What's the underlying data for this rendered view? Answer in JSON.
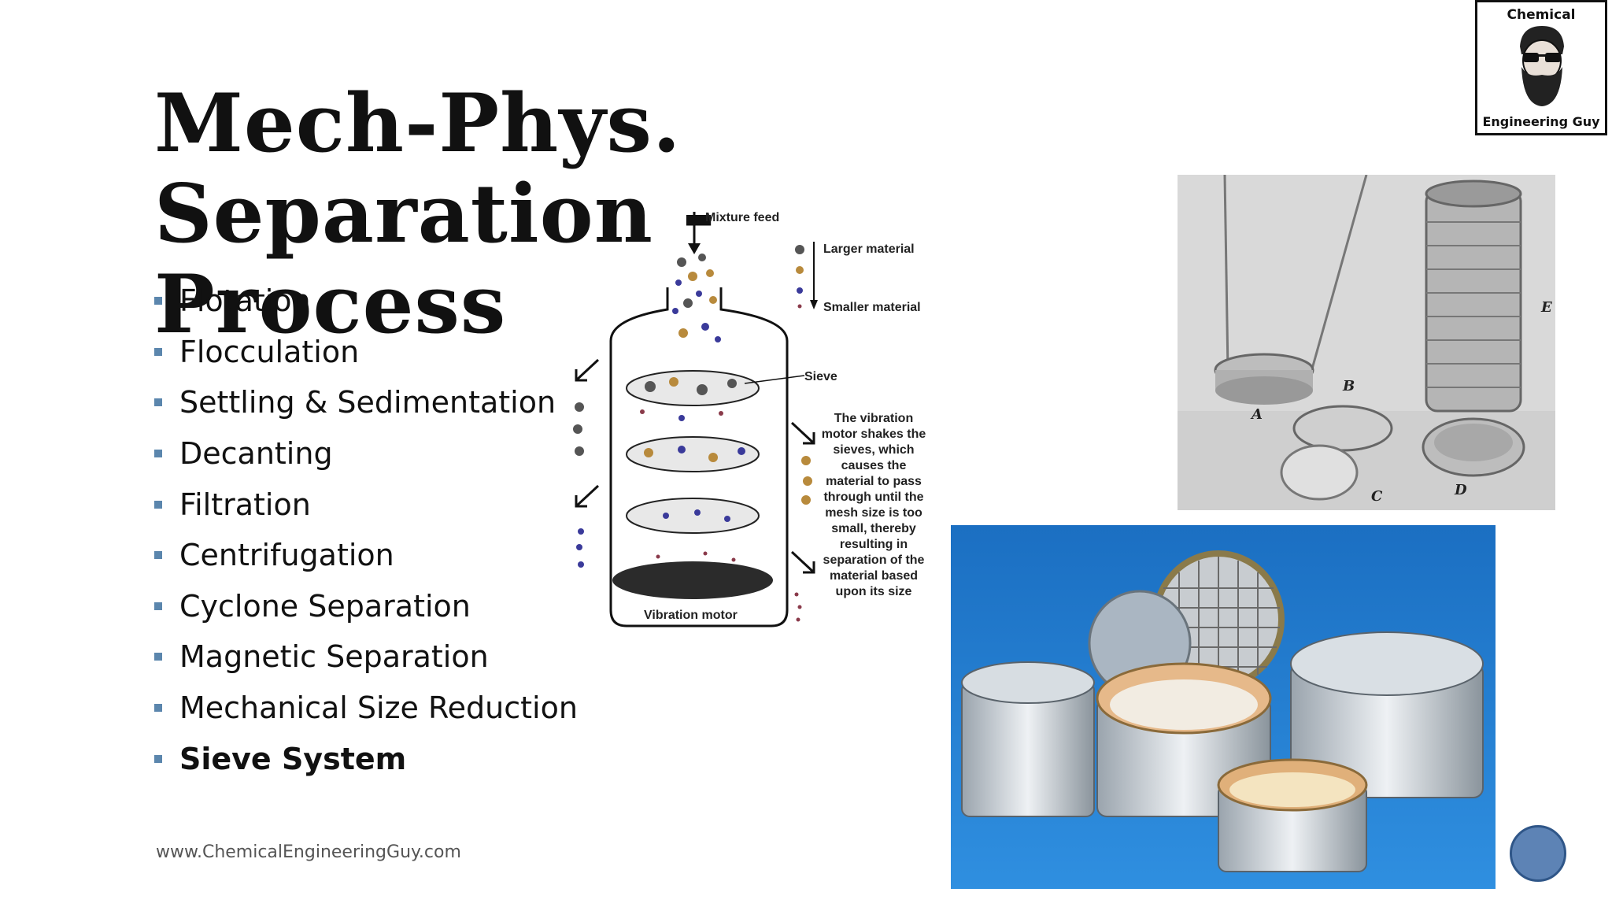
{
  "slide": {
    "title_line1": "Mech-Phys. Separation -",
    "title_line2": "Process",
    "bullets": [
      "Flotation",
      "Flocculation",
      "Settling & Sedimentation",
      "Decanting",
      "Filtration",
      "Centrifugation",
      "Cyclone Separation",
      "Magnetic Separation",
      "Mechanical Size Reduction",
      "Sieve System"
    ],
    "url": "www.ChemicalEngineeringGuy.com"
  },
  "logo": {
    "top_text": "Chemical",
    "bottom_text": "Engineering Guy"
  },
  "diagram": {
    "mixture_feed": "Mixture feed",
    "larger_material": "Larger material",
    "smaller_material": "Smaller material",
    "sieve": "Sieve",
    "vibration_motor": "Vibration motor",
    "caption": "The vibration motor shakes the sieves, which causes the material to pass through until the mesh size is too small, thereby resulting in separation of the material based upon its size"
  },
  "photo1_labels": {
    "a": "A",
    "b": "B",
    "c": "C",
    "d": "D",
    "e": "E"
  },
  "colors": {
    "accent": "#5b86ad",
    "photo2_bg": "#1d72c4",
    "nav": "#5d83b5"
  }
}
